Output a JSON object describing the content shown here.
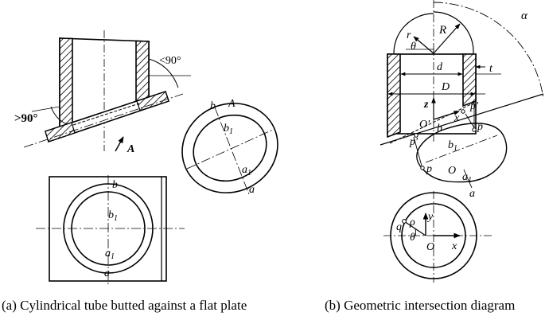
{
  "figure_a": {
    "labels": {
      "angle_lt90": "<90°",
      "angle_gt90": ">90°",
      "view_arrow": "A",
      "b": "b",
      "b1": "b",
      "b1_sub": "1",
      "a1": "a",
      "a1_sub": "1",
      "a": "a",
      "ellipse_view": "A"
    },
    "caption": "(a) Cylindrical tube butted against a flat plate"
  },
  "figure_b": {
    "labels": {
      "R": "R",
      "r": "r",
      "theta_top": "θ",
      "alpha": "α",
      "d": "d",
      "t": "t",
      "D": "D",
      "z": "z",
      "O_prime": "O'",
      "b": "b",
      "x_top": "x",
      "p_prime_top": "p'",
      "p_prime_bottom": "p'",
      "p": "p",
      "p_lower": "p",
      "b1": "b",
      "b1_sub": "1",
      "O_mid": "O",
      "a1": "a",
      "a1_sub": "1",
      "a": "a",
      "q": "q",
      "rho": "ρ",
      "y": "y",
      "theta_bottom": "θ",
      "O_bottom": "O",
      "x_bottom": "x"
    },
    "caption": "(b) Geometric intersection diagram"
  }
}
